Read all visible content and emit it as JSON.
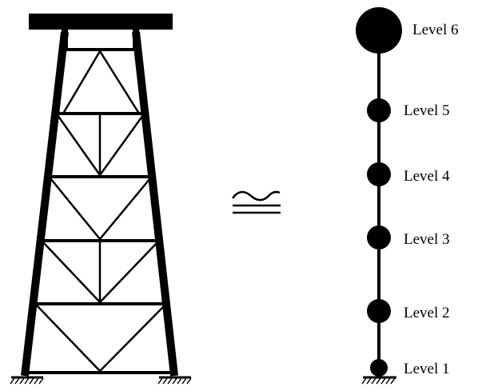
{
  "colors": {
    "ink": "#000000",
    "background": "#ffffff"
  },
  "relation_symbol": "≅",
  "stick_model": {
    "levels": [
      {
        "label": "Level 1"
      },
      {
        "label": "Level 2"
      },
      {
        "label": "Level 3"
      },
      {
        "label": "Level 4"
      },
      {
        "label": "Level 5"
      },
      {
        "label": "Level 6"
      }
    ]
  }
}
